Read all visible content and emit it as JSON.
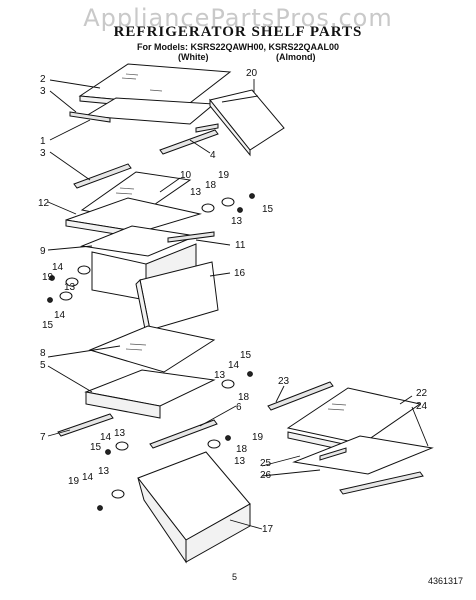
{
  "watermark": "AppliancePartsPros.com",
  "title": "REFRIGERATOR SHELF PARTS",
  "models": "For Models: KSRS22QAWH00, KSRS22QAAL00",
  "color_left": "(White)",
  "color_right": "(Almond)",
  "page_number": "5",
  "doc_number": "4361317",
  "callouts": [
    "2",
    "3",
    "1",
    "3",
    "20",
    "4",
    "10",
    "18",
    "19",
    "13",
    "15",
    "13",
    "12",
    "9",
    "11",
    "16",
    "19",
    "14",
    "13",
    "14",
    "15",
    "8",
    "5",
    "14",
    "15",
    "13",
    "18",
    "7",
    "6",
    "23",
    "22",
    "24",
    "14",
    "13",
    "15",
    "18",
    "19",
    "13",
    "25",
    "26",
    "19",
    "14",
    "13",
    "17"
  ]
}
